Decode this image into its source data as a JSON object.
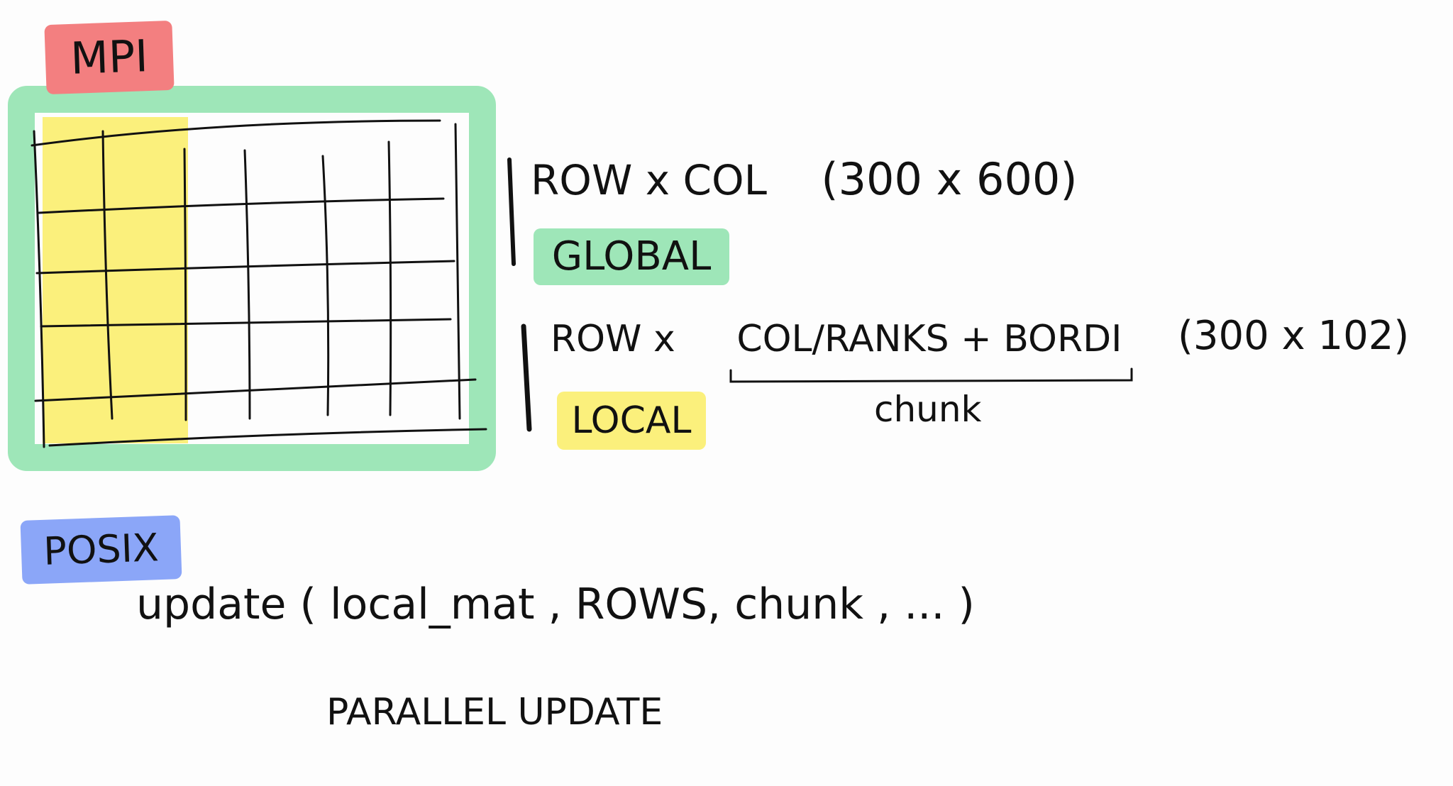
{
  "tags": {
    "mpi": {
      "label": "MPI",
      "color": "#f37f80"
    },
    "global": {
      "label": "GLOBAL",
      "color": "#9ee6b8"
    },
    "local": {
      "label": "LOCAL",
      "color": "#fbf07c"
    },
    "posix": {
      "label": "POSIX",
      "color": "#8ba6f8"
    }
  },
  "grid": {
    "border_color": "#9ee6b8",
    "highlight_color": "#fbf07c",
    "line_color": "#111111",
    "rows": 5,
    "cols": 6,
    "highlighted_cols": 2
  },
  "global_line": {
    "expr": "ROW x COL",
    "dims": "(300 x 600)"
  },
  "local_line": {
    "prefix": "ROW x",
    "chunk_expr": "COL/RANKS + BORDI",
    "dims": "(300 x 102)",
    "brace_label": "chunk"
  },
  "posix_section": {
    "call": "update ( local_mat , ROWS, chunk , ... )",
    "caption": "PARALLEL UPDATE"
  }
}
